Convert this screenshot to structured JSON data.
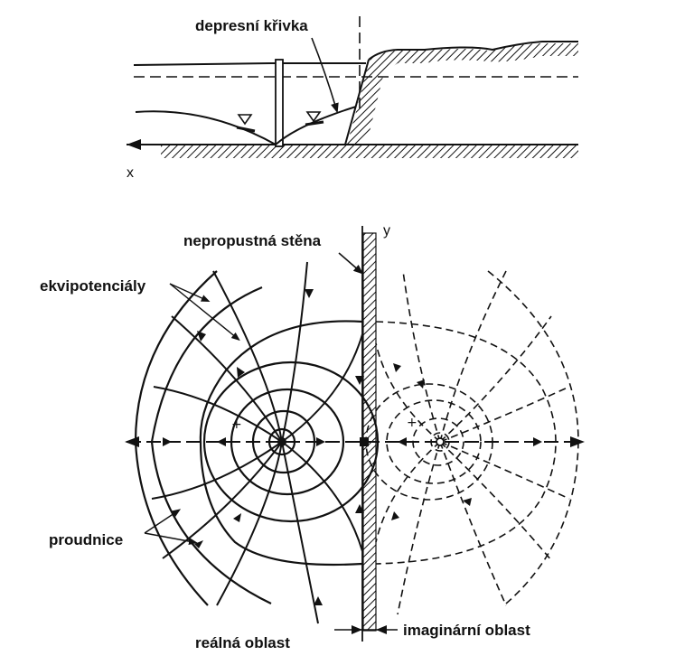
{
  "section_view": {
    "depression_curve_label": "depresní křivka",
    "x_axis_label": "x"
  },
  "plan_view": {
    "wall_label": "nepropustná stěna",
    "y_axis_label": "y",
    "equipotentials_label": "ekvipotenciály",
    "streamlines_label": "proudnice",
    "real_region_label": "reálná oblast",
    "imaginary_region_label": "imaginární oblast",
    "source_marker_real": "+",
    "source_marker_image": "+"
  }
}
